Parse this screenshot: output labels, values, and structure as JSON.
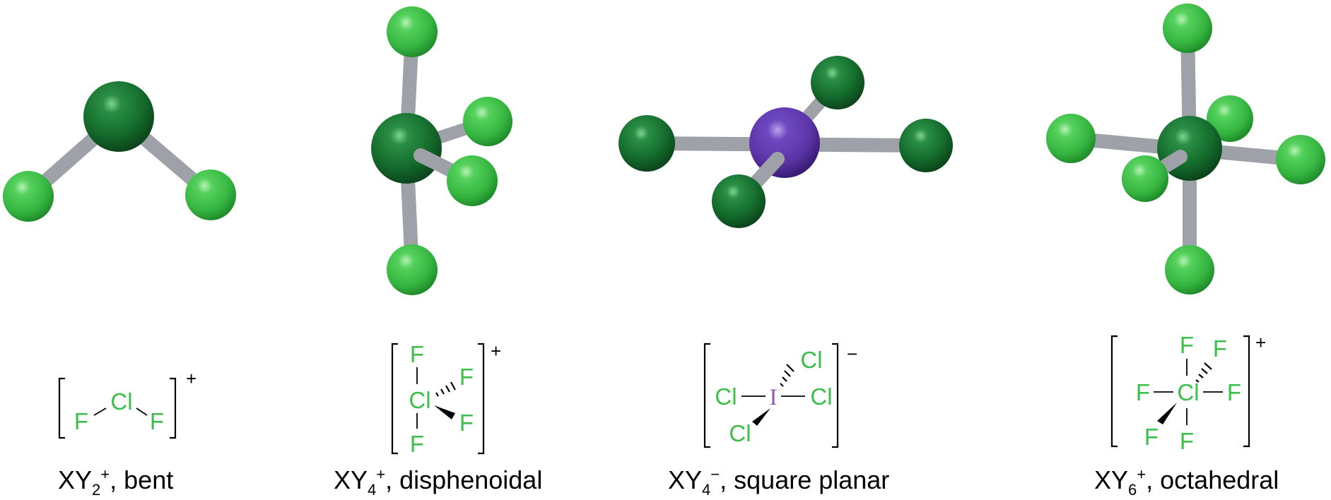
{
  "colors": {
    "halogen_light": "#3cbf4a",
    "chlorine_dark": "#146b2c",
    "iodine": "#5b35a6",
    "iodine_label": "#8a5bb5",
    "bond_rod": "#9ea2a8",
    "line": "#000000"
  },
  "molecules": [
    {
      "formula": "XY",
      "subscript": "2",
      "charge": "+",
      "geometry": ", bent",
      "lewis": {
        "center": "Cl",
        "f1": "F",
        "f2": "F",
        "bracket_charge": "+"
      }
    },
    {
      "formula": "XY",
      "subscript": "4",
      "charge": "+",
      "geometry": ", disphenoidal",
      "lewis": {
        "center": "Cl",
        "top": "F",
        "bottom": "F",
        "hash": "F",
        "wedge": "F",
        "bracket_charge": "+"
      }
    },
    {
      "formula": "XY",
      "subscript": "4",
      "charge": "−",
      "geometry": ", square planar",
      "lewis": {
        "center": "I",
        "left": "Cl",
        "right": "Cl",
        "hash": "Cl",
        "wedge": "Cl",
        "bracket_charge": "−"
      }
    },
    {
      "formula": "XY",
      "subscript": "6",
      "charge": "+",
      "geometry": ", octahedral",
      "lewis": {
        "center": "Cl",
        "top": "F",
        "bottom": "F",
        "left": "F",
        "right": "F",
        "hash": "F",
        "wedge": "F",
        "bracket_charge": "+"
      }
    }
  ]
}
